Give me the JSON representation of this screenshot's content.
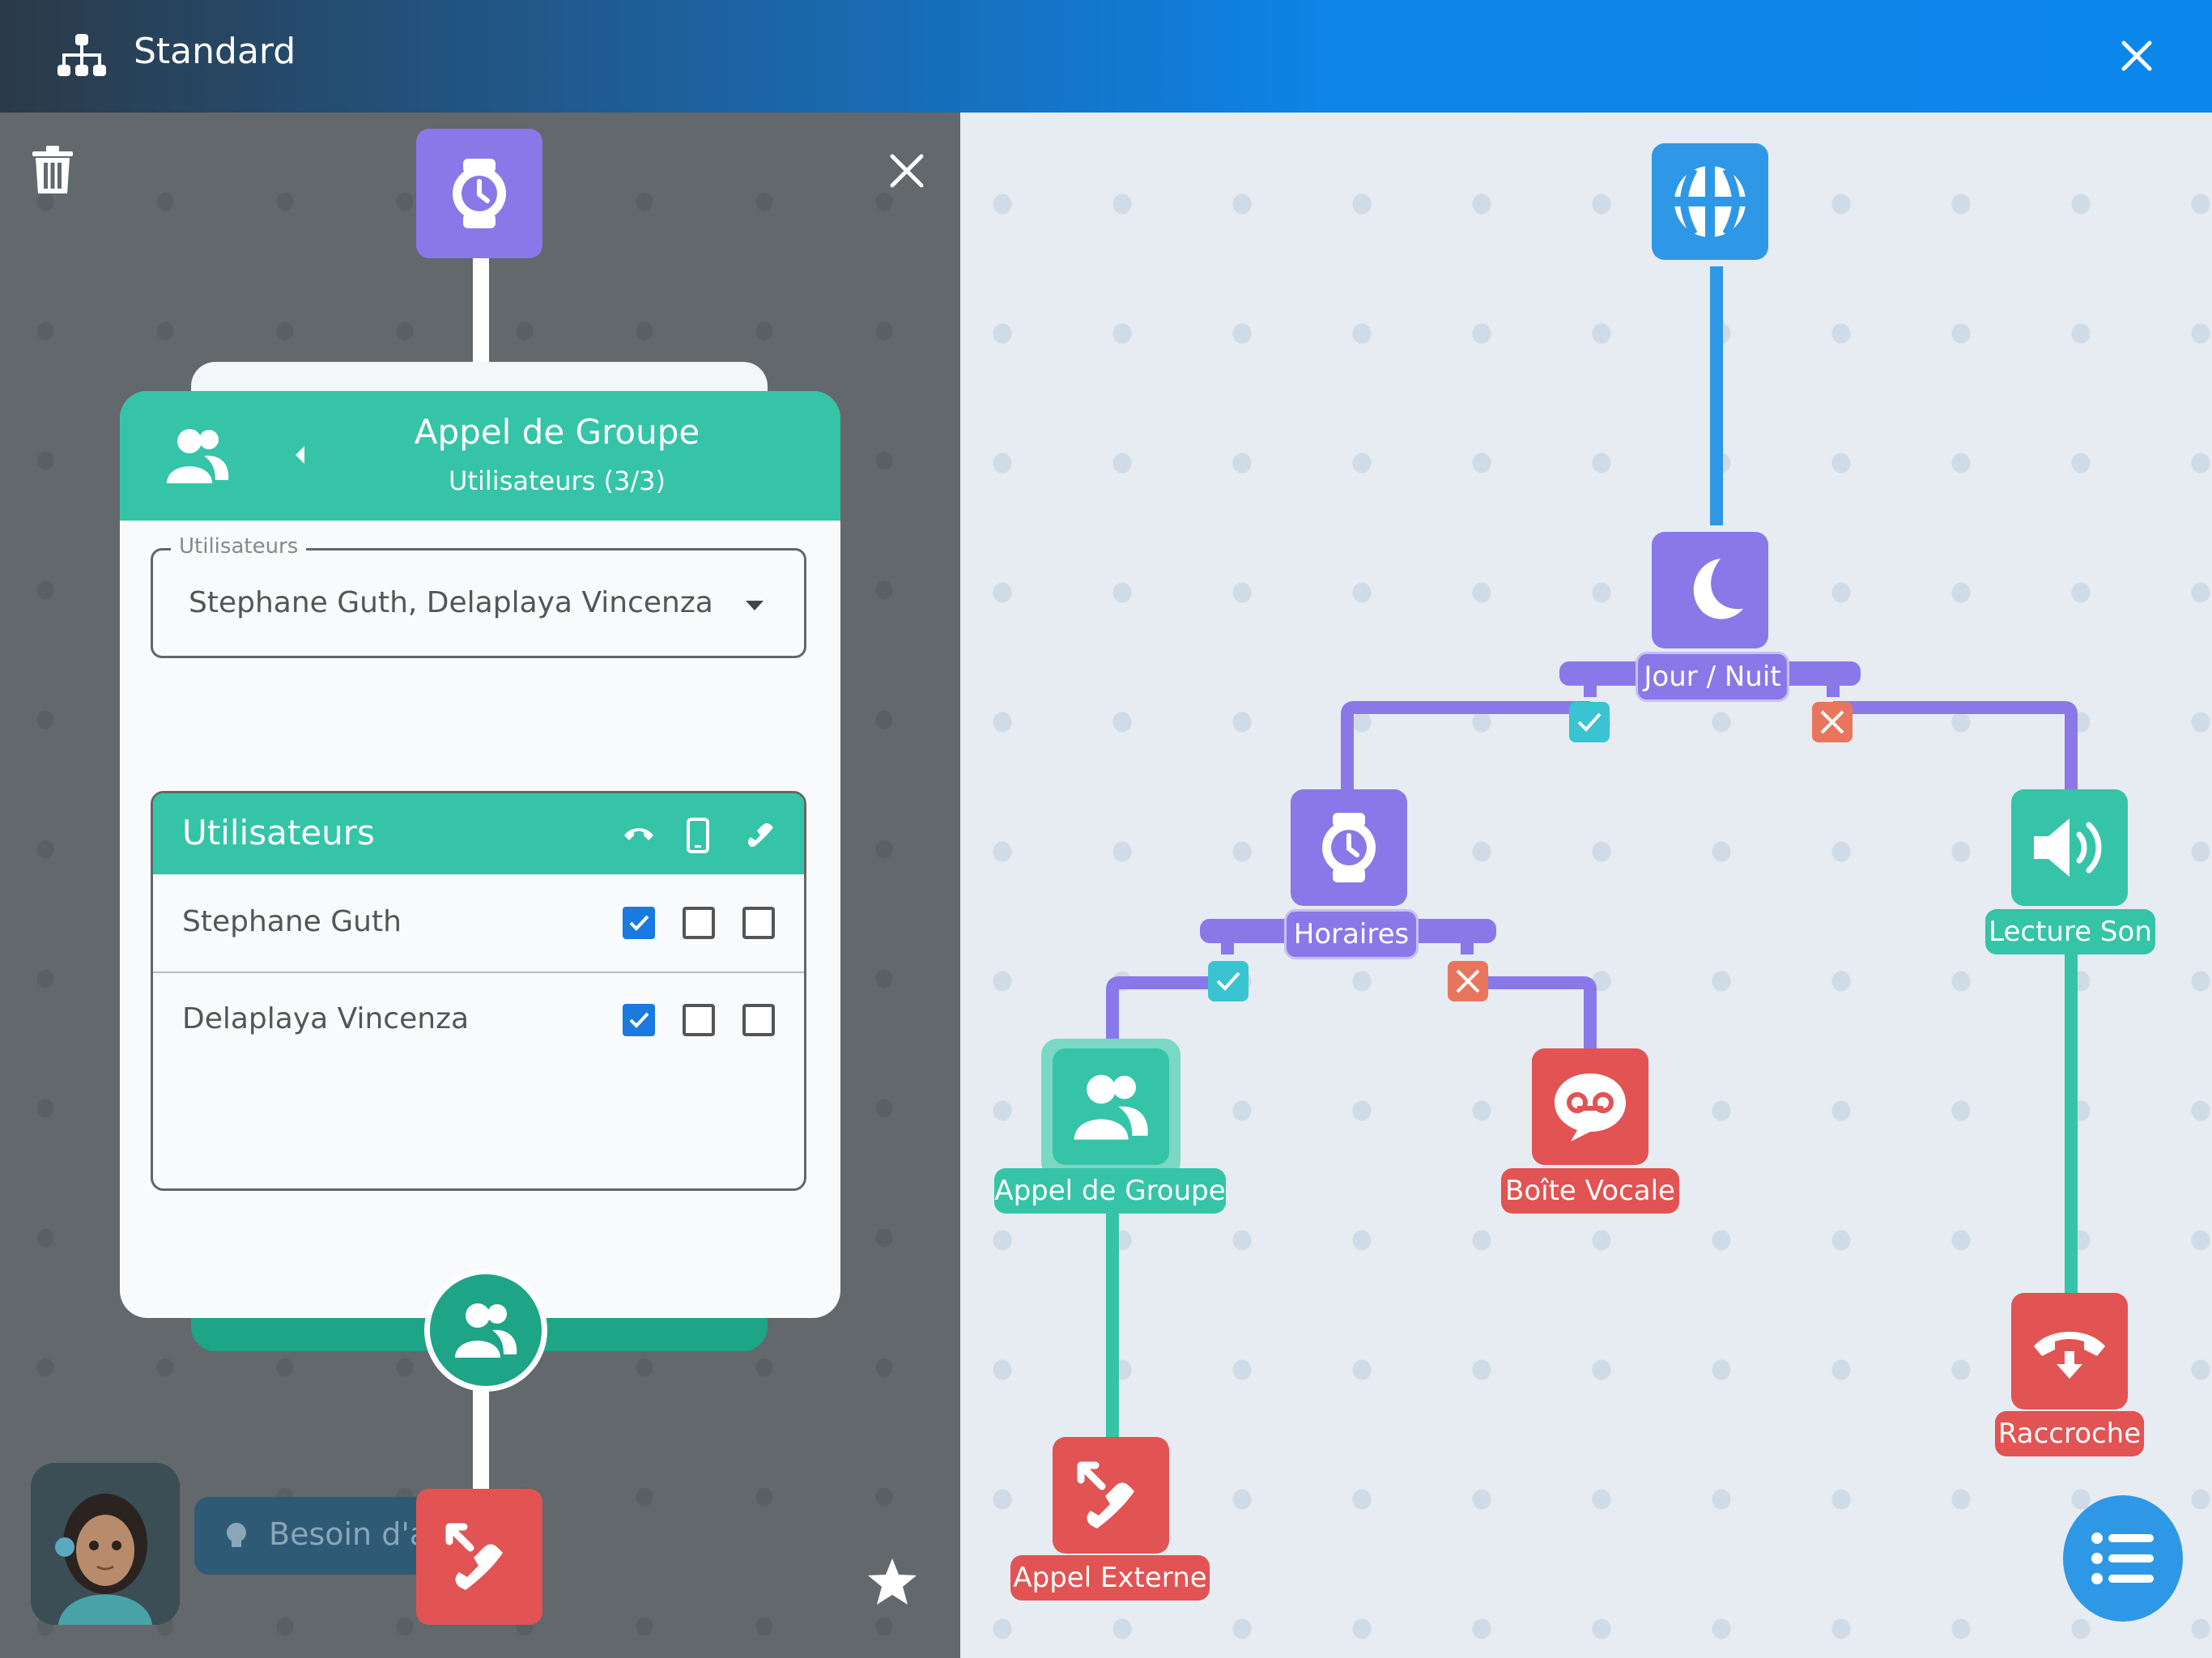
{
  "header": {
    "title": "Standard"
  },
  "panel": {
    "card_title": "Appel de Groupe",
    "card_subtitle": "Utilisateurs (3/3)",
    "users_field_label": "Utilisateurs",
    "users_field_value": "Stephane Guth, Delaplaya Vincenza",
    "table_header": "Utilisateurs",
    "rows": [
      {
        "name": "Stephane Guth",
        "desk": true,
        "mobile": false,
        "external": false
      },
      {
        "name": "Delaplaya Vincenza",
        "desk": true,
        "mobile": false,
        "external": false
      }
    ],
    "help_text": "Besoin d'ai"
  },
  "flow": {
    "nodes": {
      "jour_nuit": "Jour / Nuit",
      "horaires": "Horaires",
      "lecture_son": "Lecture Son",
      "appel_groupe": "Appel de Groupe",
      "boite_vocale": "Boîte Vocale",
      "raccroche": "Raccroche",
      "appel_externe": "Appel Externe"
    }
  },
  "colors": {
    "teal": "#35c4a8",
    "purple": "#8a78e8",
    "red": "#e25353",
    "blue": "#2e98e6"
  }
}
